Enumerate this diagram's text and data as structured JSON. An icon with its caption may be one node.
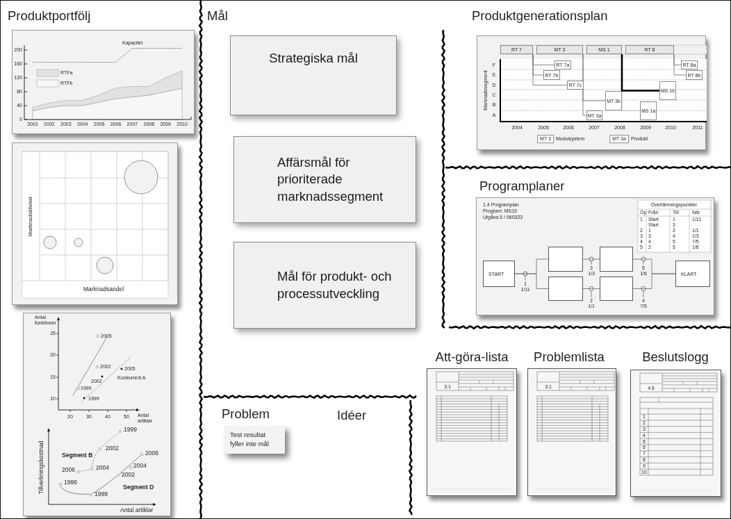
{
  "diagram": {
    "nodes": [
      {
        "text": [
          "Strategiska mål"
        ]
      },
      {
        "text": [
          "Affärsmål för prioriterade marknadssegment"
        ]
      },
      {
        "text": [
          "Mål för produkt- och processutveckling"
        ]
      },
      {
        "text": [
          "RT 7"
        ]
      },
      {
        "text": [
          "MT 3"
        ]
      },
      {
        "text": [
          "MS 1"
        ]
      },
      {
        "text": [
          "RT 8"
        ]
      },
      {
        "text": [
          "RT 7a"
        ]
      },
      {
        "text": [
          "RT 7b"
        ]
      },
      {
        "text": [
          "RT 7c"
        ]
      },
      {
        "text": [
          "MT 3a"
        ]
      },
      {
        "text": [
          "MT 3b"
        ]
      },
      {
        "text": [
          "MS 1a"
        ]
      },
      {
        "text": [
          "MS 1b"
        ]
      },
      {
        "text": [
          "RT 8a"
        ]
      },
      {
        "text": [
          "RT 8b"
        ]
      },
      {
        "text": [
          "START"
        ]
      },
      {
        "text": [],
        "shape": "box"
      },
      {
        "text": [],
        "shape": "box"
      },
      {
        "text": [],
        "shape": "box"
      },
      {
        "text": [],
        "shape": "box"
      },
      {
        "text": [
          "KLART"
        ]
      },
      {
        "text": [
          "Test resultat fyller inte mål"
        ]
      }
    ],
    "edges": [
      {
        "from": 3,
        "to": 7,
        "arrow": "none"
      },
      {
        "from": 3,
        "to": 8,
        "arrow": "none"
      },
      {
        "from": 3,
        "to": 9,
        "arrow": "none"
      },
      {
        "from": 4,
        "to": 11,
        "arrow": "none"
      },
      {
        "from": 4,
        "to": 10,
        "arrow": "none"
      },
      {
        "from": 5,
        "to": 13,
        "arrow": "none",
        "style": "thick",
        "color": "#000000"
      },
      {
        "from": 5,
        "to": 12,
        "arrow": "none",
        "color": "#c0c0c0"
      },
      {
        "from": 6,
        "to": 14,
        "arrow": "none"
      },
      {
        "from": 6,
        "to": 15,
        "arrow": "none"
      },
      {
        "from": 16,
        "to": 17,
        "arrow": "none"
      },
      {
        "from": 16,
        "to": 19,
        "arrow": "none"
      },
      {
        "from": 17,
        "to": 18,
        "arrow": "none"
      },
      {
        "from": 19,
        "to": 20,
        "arrow": "none"
      },
      {
        "from": 18,
        "to": 21,
        "arrow": "none"
      },
      {
        "from": 20,
        "to": 21,
        "arrow": "none"
      }
    ],
    "labels": [
      "Produktportfölj",
      "Mål",
      "Produktgenerationsplan",
      "Marknadstillväxt",
      "Marknadsandel",
      "F",
      "E",
      "D",
      "C",
      "B",
      "A",
      "Marknadssegment",
      "2004",
      "2005",
      "2006",
      "2007",
      "2008",
      "2009",
      "2010",
      "2011",
      "MT 3",
      "MT 3a",
      "Programplaner",
      "1.4 Programplan",
      "Program: MS19",
      "Utgåva 5 / 060323",
      "Överlämningspunkter",
      "Öp",
      "Från",
      "Till",
      "När",
      "1",
      "Start",
      "1",
      "1/11",
      "Start",
      "3",
      "2",
      "1",
      "2",
      "1/1",
      "3",
      "3",
      "4",
      "1/3",
      "4",
      "4",
      "5",
      "7/5",
      "5",
      "2",
      "5",
      "1/6",
      "1",
      "1/11",
      "3",
      "1/3",
      "5",
      "1/6",
      "2",
      "1/1",
      "4",
      "7/5",
      "Antal funktioner",
      "25",
      "20",
      "15",
      "10",
      "2005",
      "2002",
      "2005",
      "2002",
      "Konkurrent A",
      "1999",
      "1999",
      "20",
      "30",
      "40",
      "50",
      "Antal artiklar",
      "1999",
      "2002",
      "Segment B",
      "2006",
      "2004",
      "1996",
      "2006",
      "2004",
      "2002",
      "1999",
      "Segment D",
      "Tillverkningskostnad",
      "Antal artiklar",
      "Problem",
      "Idéer",
      "Att-göra-lista",
      "Problemlista",
      "Beslutslogg",
      "3.1",
      "3.1",
      "4.6",
      "1",
      "2",
      "3",
      "4",
      "5",
      "6",
      "7",
      "8",
      "9",
      "10"
    ],
    "legend": [
      {
        "text": "Modulsystem"
      },
      {
        "text": "Produkt"
      }
    ],
    "chart_data": {
      "type": "area",
      "stacked": true,
      "categories": [
        "2001",
        "2002",
        "2003",
        "2004",
        "2005",
        "2006",
        "2007",
        "2008",
        "2009",
        "2010"
      ],
      "ylim": [
        0,
        214
      ],
      "legend": "upper left",
      "yticks": [
        0,
        40,
        80,
        120,
        160,
        200
      ],
      "series": [
        {
          "name": "RTFb",
          "color": "#f7f7f7",
          "values": [
            25,
            35,
            40,
            40,
            50,
            60,
            65,
            70,
            80,
            90
          ]
        },
        {
          "name": "RTFa",
          "color": "#e2e2e2",
          "values": [
            10,
            12,
            15,
            15,
            20,
            30,
            30,
            25,
            40,
            50
          ]
        },
        {
          "name": "Kapacitet",
          "color": "#888888",
          "type": "line",
          "line_style": "dashed",
          "values": [
            165,
            165,
            165,
            165,
            165,
            165,
            205,
            205,
            205,
            205
          ]
        }
      ]
    }
  }
}
